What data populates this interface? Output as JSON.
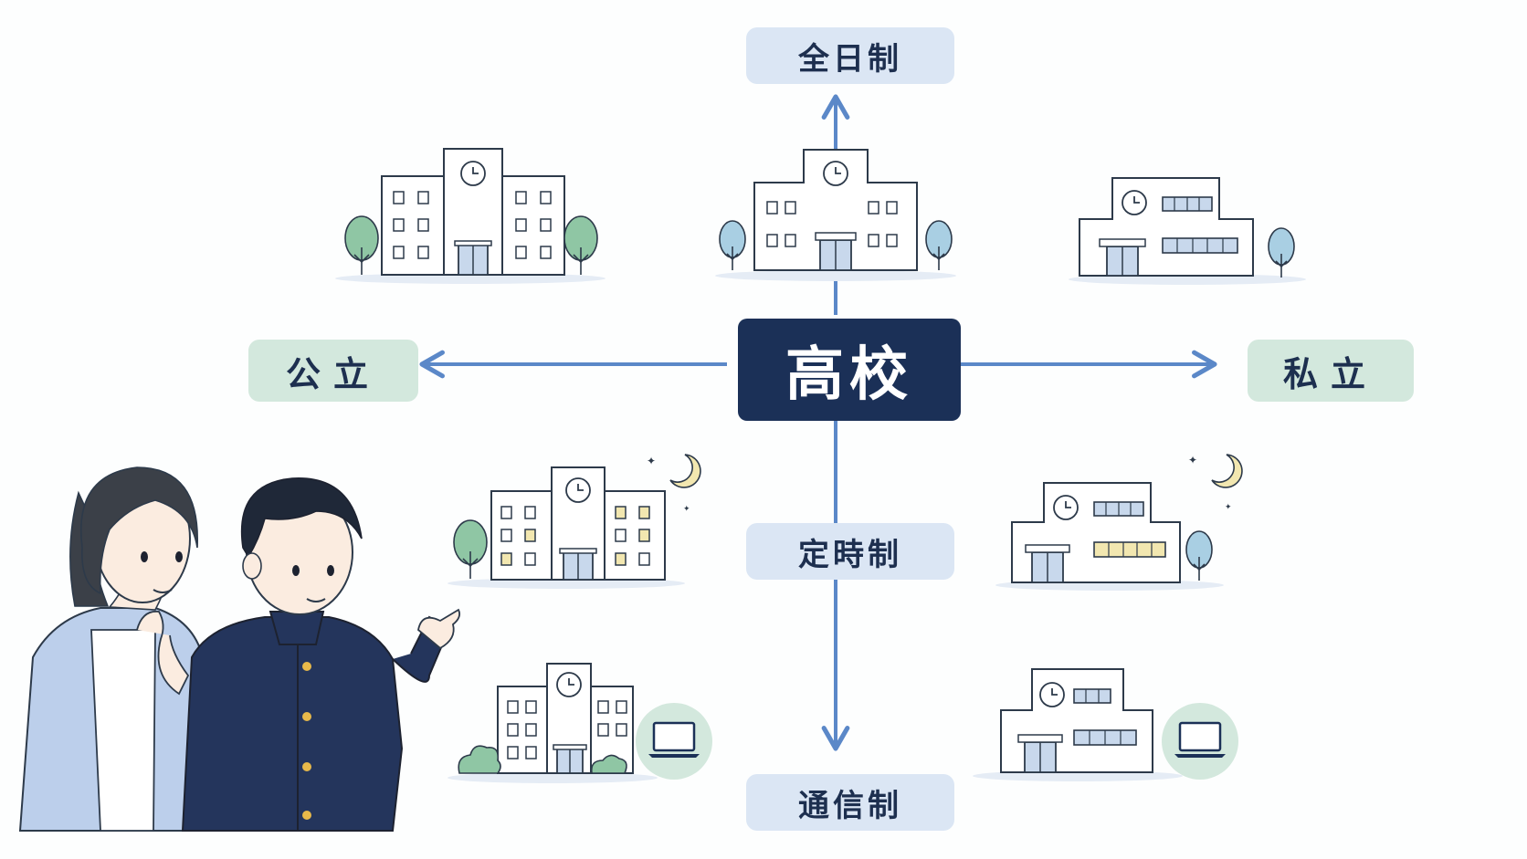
{
  "center_label": "高校",
  "axis": {
    "top": "全日制",
    "middle": "定時制",
    "bottom": "通信制",
    "left": "公立",
    "right": "私立"
  },
  "colors": {
    "navy": "#1b3057",
    "axis_blue": "#5b88c8",
    "label_blue": "#dbe6f4",
    "label_green": "#d3e8dd",
    "tree_green": "#8fc6a4",
    "window_yellow": "#f2e7b0"
  },
  "icons": [
    "clock-icon",
    "tree-icon",
    "moon-icon",
    "star-icon",
    "laptop-icon"
  ]
}
